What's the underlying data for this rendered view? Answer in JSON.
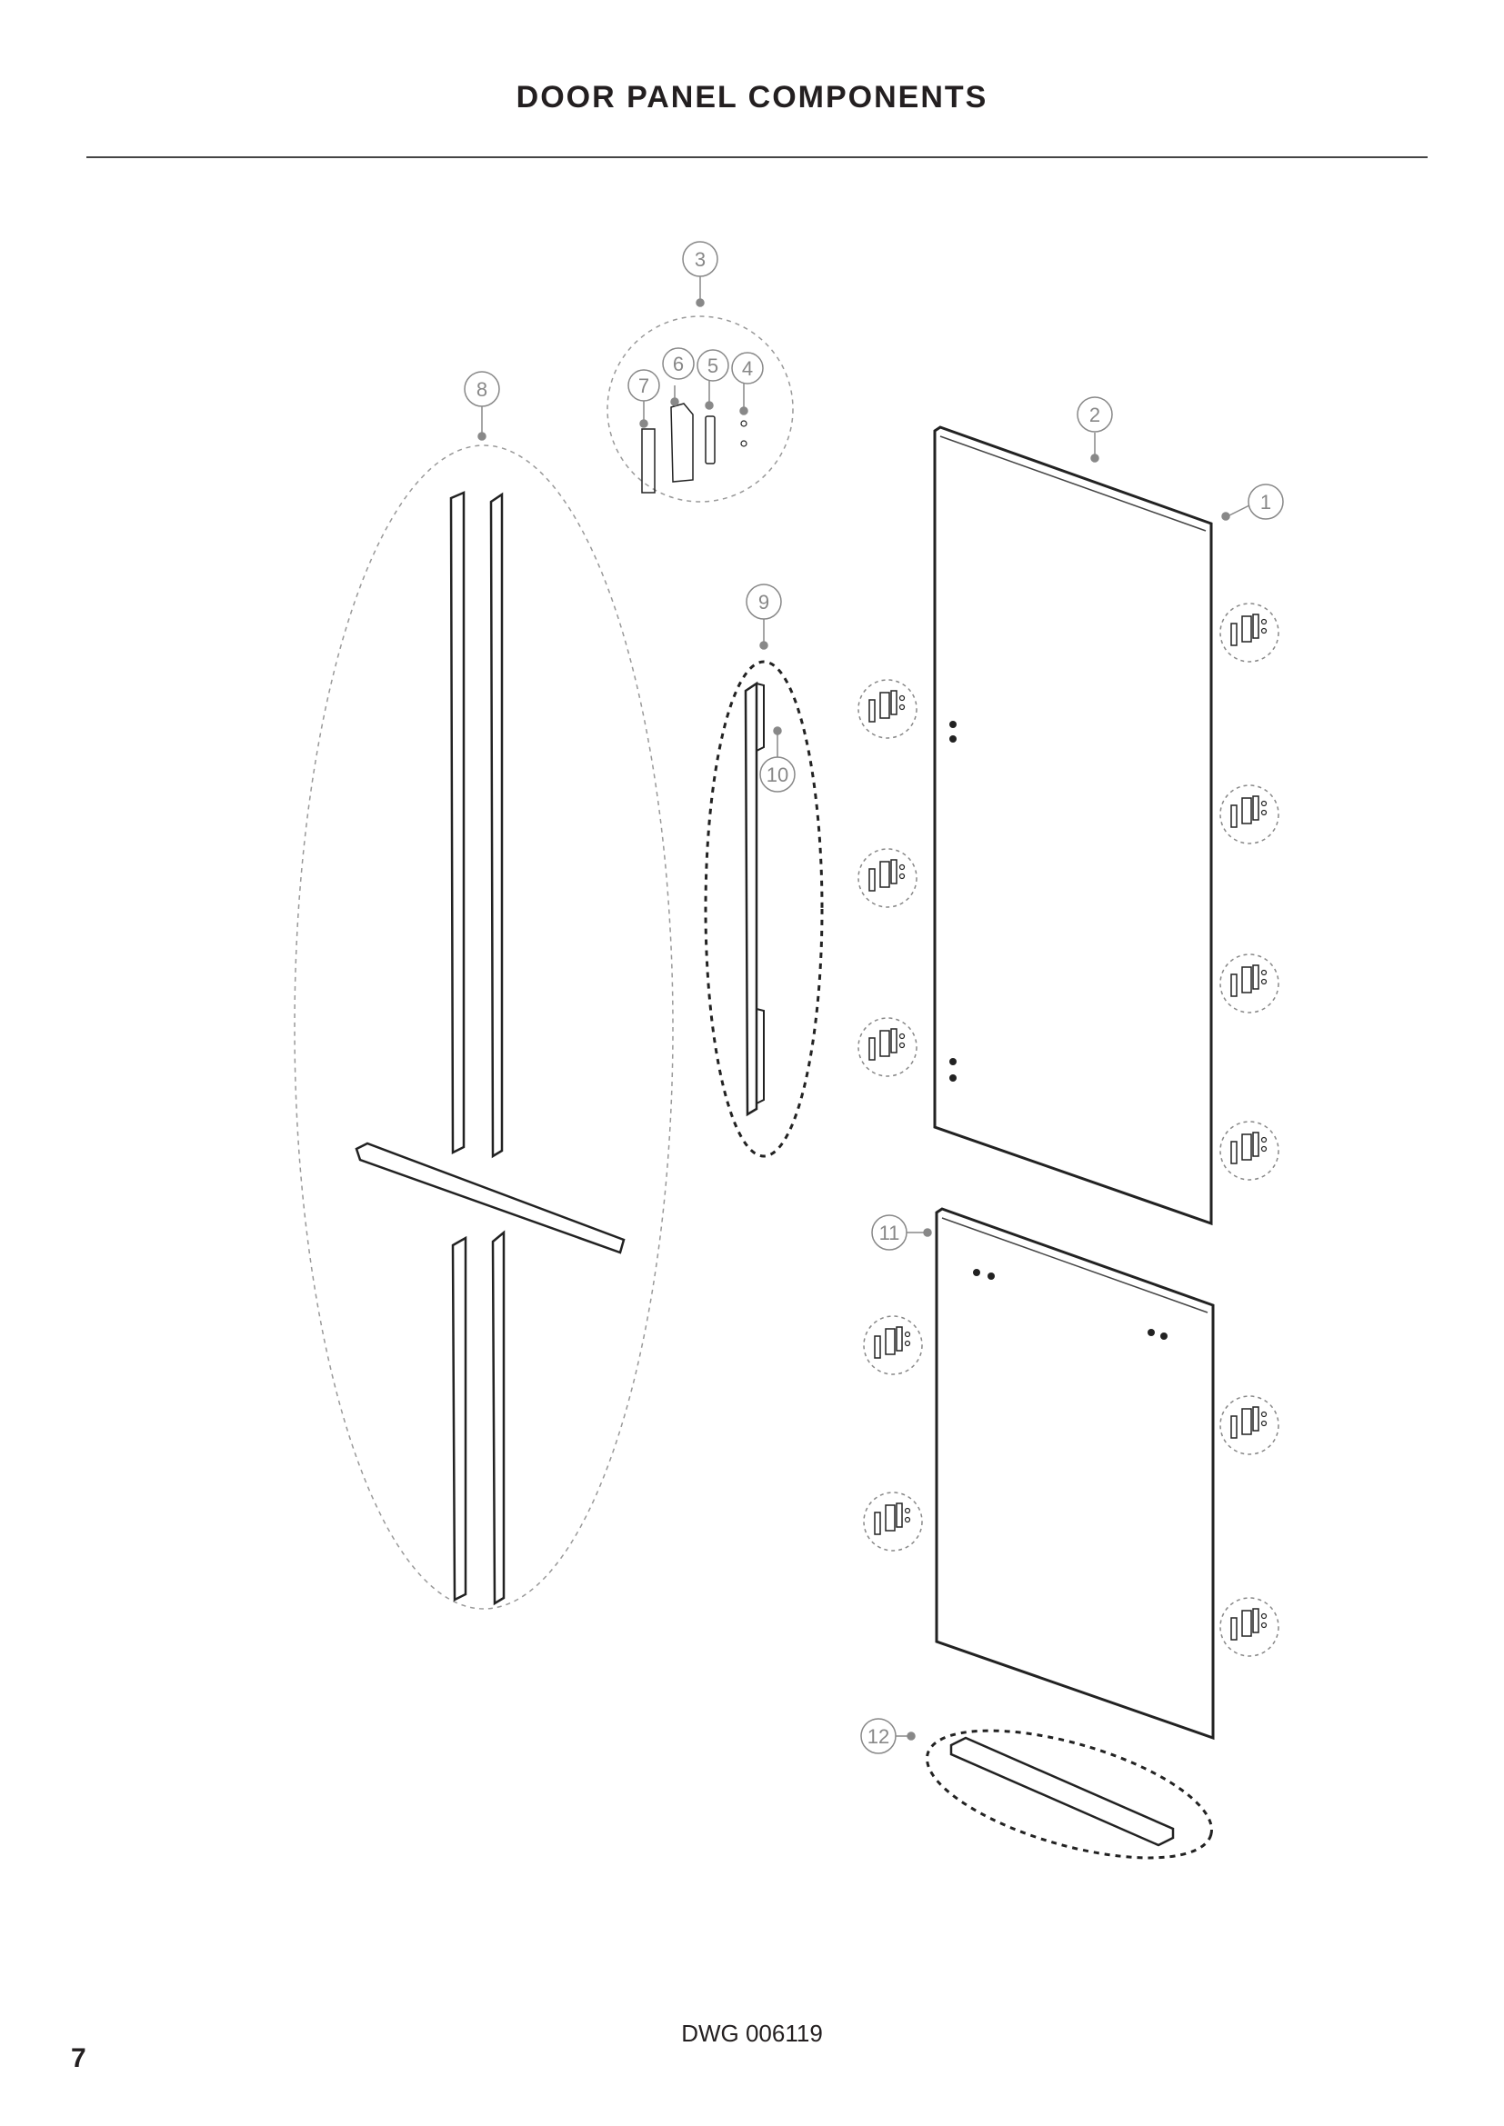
{
  "page": {
    "title": "DOOR PANEL COMPONENTS",
    "drawing_number": "DWG 006119",
    "page_number": "7"
  },
  "callouts": [
    {
      "id": "1",
      "label": "1"
    },
    {
      "id": "2",
      "label": "2"
    },
    {
      "id": "3",
      "label": "3"
    },
    {
      "id": "4",
      "label": "4"
    },
    {
      "id": "5",
      "label": "5"
    },
    {
      "id": "6",
      "label": "6"
    },
    {
      "id": "7",
      "label": "7"
    },
    {
      "id": "8",
      "label": "8"
    },
    {
      "id": "9",
      "label": "9"
    },
    {
      "id": "10",
      "label": "10"
    },
    {
      "id": "11",
      "label": "11"
    },
    {
      "id": "12",
      "label": "12"
    }
  ],
  "colors": {
    "ink": "#231f20",
    "callout": "#888888",
    "rule": "#444444"
  }
}
